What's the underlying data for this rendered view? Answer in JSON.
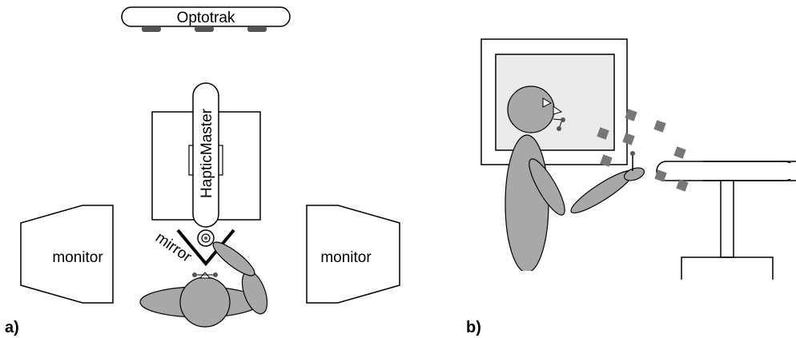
{
  "panel_a": {
    "label": "a)",
    "optotrak_label": "Optotrak",
    "haptic_label": "HapticMaster",
    "mirror_label": "mirror",
    "monitor_left_label": "monitor",
    "monitor_right_label": "monitor"
  },
  "panel_b": {
    "label": "b)"
  },
  "colors": {
    "gray_fill": "#a8a8a8",
    "light_fill": "#ebebeb",
    "marker_fill": "#777777",
    "dark_fill": "#555555",
    "stroke": "#000000"
  }
}
